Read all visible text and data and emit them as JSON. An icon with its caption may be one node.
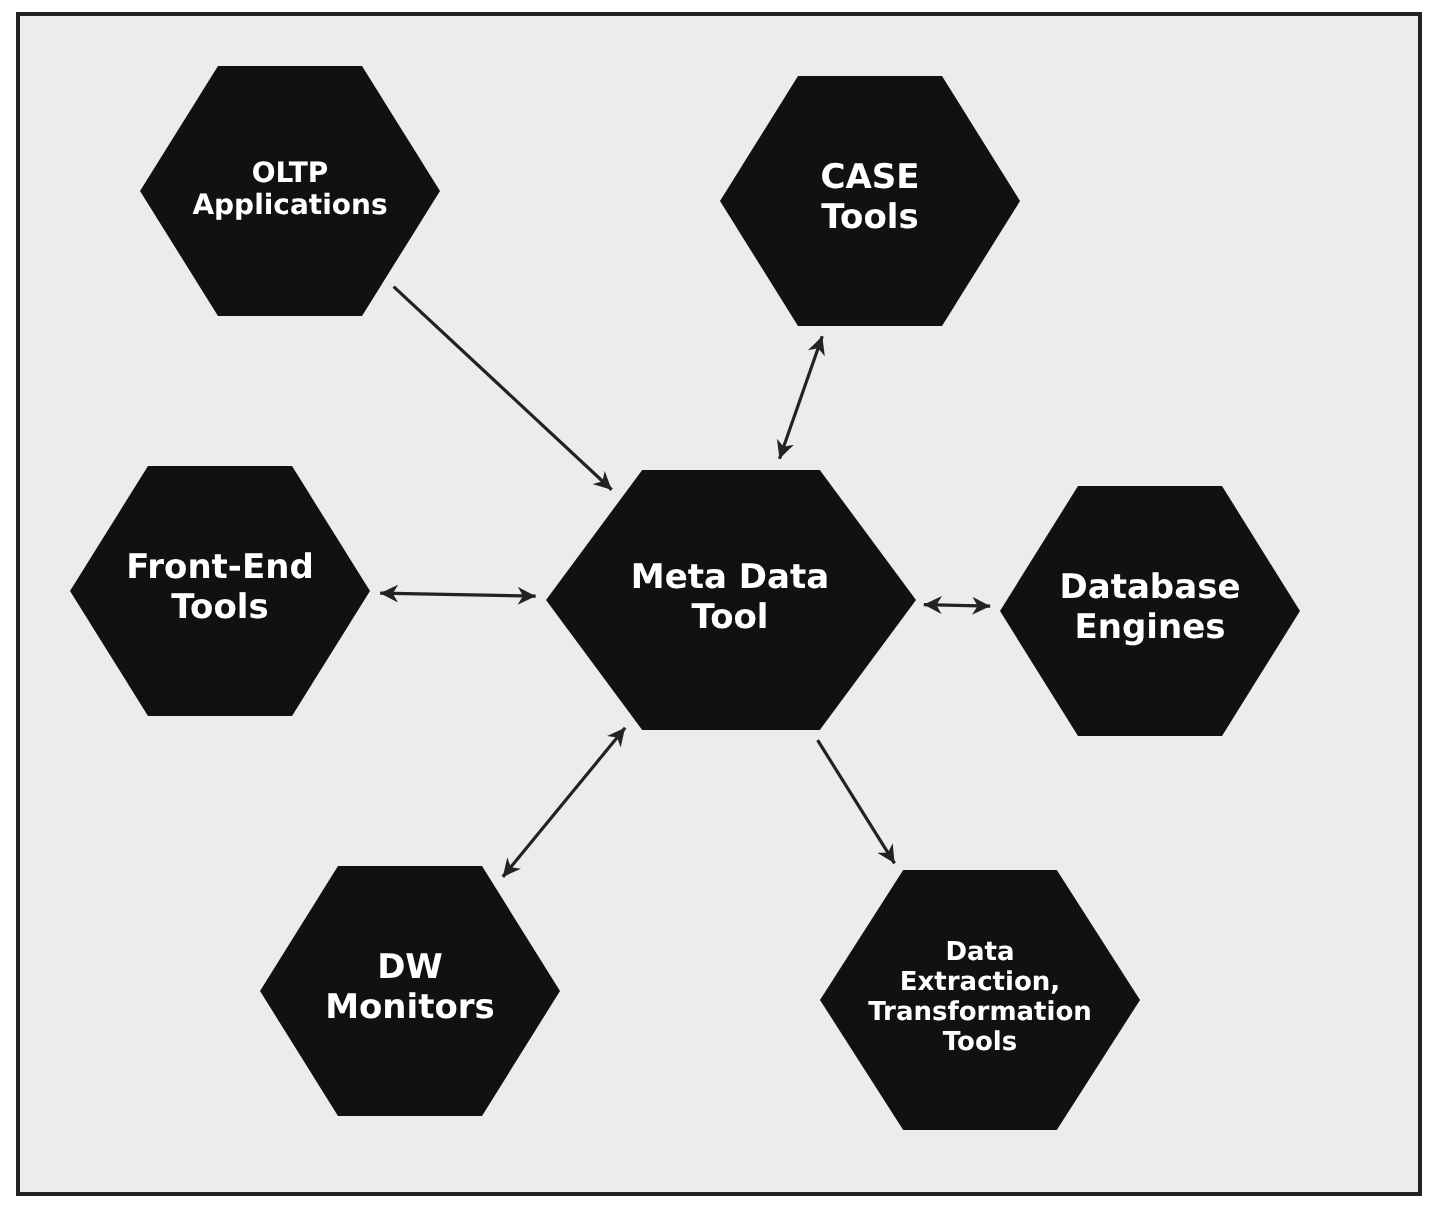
{
  "diagram": {
    "nodes": [
      {
        "text": [
          "OLTP Applications"
        ]
      },
      {
        "text": [
          "CASE Tools"
        ]
      },
      {
        "text": [
          "Front-End Tools"
        ]
      },
      {
        "text": [
          "Meta Data Tool"
        ]
      },
      {
        "text": [
          "Database Engines"
        ]
      },
      {
        "text": [
          "DW Monitors"
        ]
      },
      {
        "text": [
          "Data Extraction, Transformation Tools"
        ]
      }
    ],
    "edges": [
      {
        "from": 0,
        "to": 3,
        "arrow": "to"
      },
      {
        "from": 3,
        "to": 1,
        "arrow": "both"
      },
      {
        "from": 2,
        "to": 3,
        "arrow": "both"
      },
      {
        "from": 3,
        "to": 4,
        "arrow": "both"
      },
      {
        "from": 5,
        "to": 3,
        "arrow": "both"
      },
      {
        "from": 3,
        "to": 6,
        "arrow": "to"
      }
    ]
  }
}
